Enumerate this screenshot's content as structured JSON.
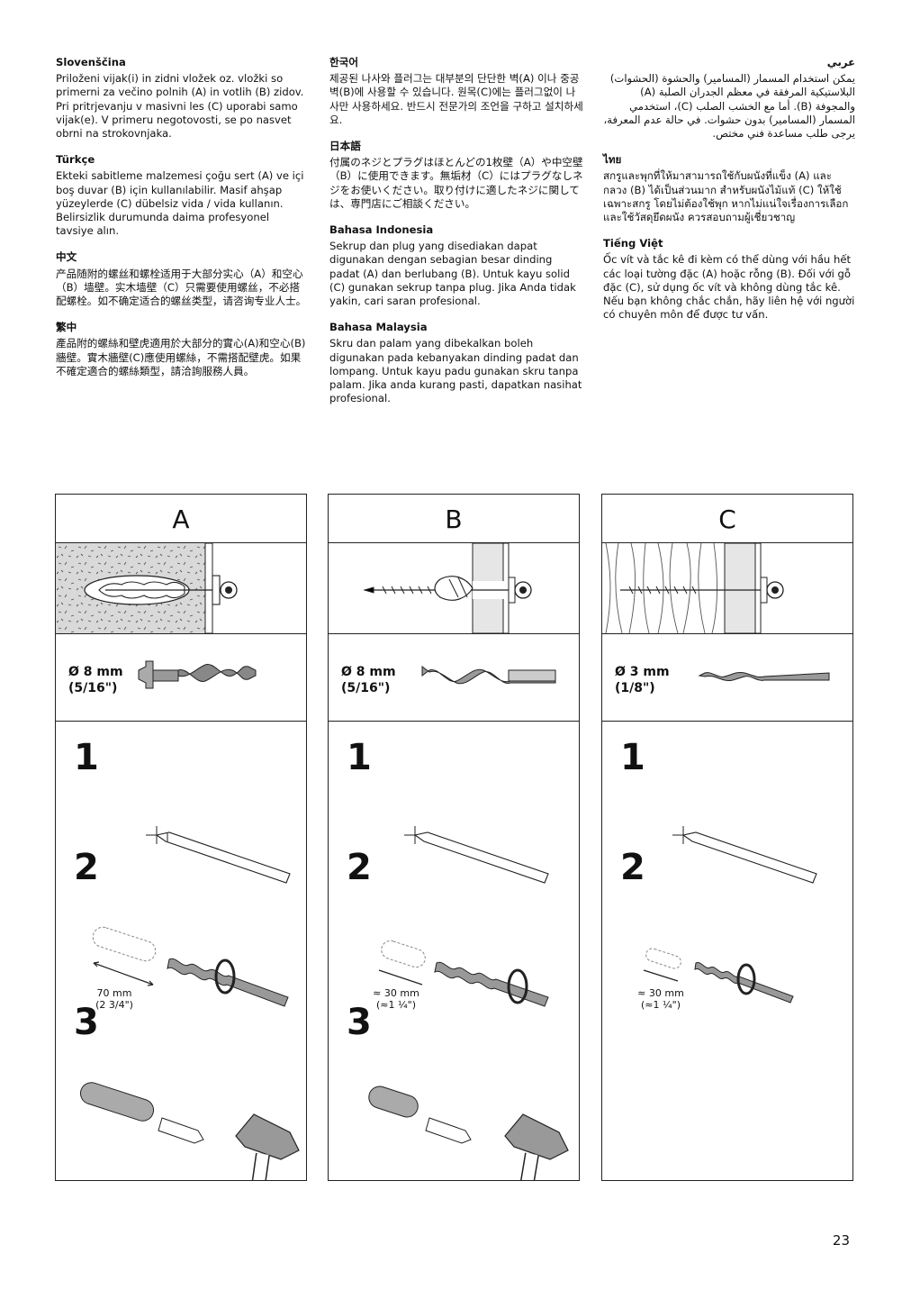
{
  "text_blocks": {
    "sl": {
      "title": "Slovenščina",
      "body": "Priloženi vijak(i) in zidni vložek oz. vložki so primerni za večino polnih (A) in votlih (B) zidov. Pri pritrjevanju v masivni les (C) uporabi samo vijak(e). V primeru negotovosti, se po nasvet obrni na strokovnjaka."
    },
    "tr": {
      "title": "Türkçe",
      "body": "Ekteki sabitleme malzemesi çoğu sert (A) ve içi boş duvar (B) için kullanılabilir. Masif ahşap yüzeylerde (C) dübelsiz vida / vida kullanın. Belirsizlik durumunda daima profesyonel tavsiye alın."
    },
    "zh": {
      "title": "中文",
      "body": "产品随附的螺丝和螺栓适用于大部分实心（A）和空心（B）墙壁。实木墙壁（C）只需要使用螺丝，不必搭配螺栓。如不确定适合的螺丝类型，请咨询专业人士。"
    },
    "zh_tw": {
      "title": "繁中",
      "body": "產品附的螺絲和壁虎適用於大部分的實心(A)和空心(B)牆壁。實木牆壁(C)應使用螺絲，不需搭配壁虎。如果不確定適合的螺絲類型，請洽詢服務人員。"
    },
    "ko": {
      "title": "한국어",
      "body": "제공된 나사와 플러그는 대부분의 단단한 벽(A) 이나 중공벽(B)에 사용할 수 있습니다. 원목(C)에는 플러그없이 나사만 사용하세요. 반드시 전문가의 조언을 구하고 설치하세요."
    },
    "ja": {
      "title": "日本語",
      "body": "付属のネジとプラグはほとんどの1枚壁（A）や中空壁（B）に使用できます。無垢材（C）にはプラグなしネジをお使いください。取り付けに適したネジに関しては、専門店にご相談ください。"
    },
    "id": {
      "title": "Bahasa Indonesia",
      "body": "Sekrup dan plug yang disediakan dapat digunakan dengan sebagian besar dinding padat (A) dan berlubang (B). Untuk kayu solid (C) gunakan sekrup tanpa plug. Jika Anda tidak yakin, cari saran profesional."
    },
    "ms": {
      "title": "Bahasa Malaysia",
      "body": "Skru dan palam yang dibekalkan boleh digunakan pada kebanyakan dinding padat dan lompang. Untuk kayu padu gunakan skru tanpa palam. Jika anda kurang pasti, dapatkan nasihat profesional."
    },
    "ar": {
      "title": "عربي",
      "body": "يمكن استخدام المسمار (المسامير) والحشوة (الحشوات) البلاستيكية المرفقة في معظم الجدران الصلبة (A) والمجوفة (B). أما مع الخشب الصلب (C)، استخدمي المسمار (المسامير) بدون حشوات. في حالة عدم المعرفة، يرجى طلب مساعدة فني مختص."
    },
    "th": {
      "title": "ไทย",
      "body": "สกรูและพุกที่ให้มาสามารถใช้กับผนังที่แข็ง (A) และกลวง (B) ได้เป็นส่วนมาก สำหรับผนังไม้แท้ (C) ให้ใช้เฉพาะสกรู โดยไม่ต้องใช้พุก หากไม่แน่ใจเรื่องการเลือกและใช้วัสดุยึดผนัง ควรสอบถามผู้เชี่ยวชาญ"
    },
    "vi": {
      "title": "Tiếng Việt",
      "body": "Ốc vít và tắc kê đi kèm có thể dùng với hầu hết các loại tường đặc (A) hoặc rỗng (B). Đối với gỗ đặc (C), sử dụng ốc vít và không dùng tắc kê. Nếu bạn không chắc chắn, hãy liên hệ với người có chuyên môn để được tư vấn."
    }
  },
  "panels": [
    {
      "letter": "A",
      "drill_mm": "Ø 8 mm",
      "drill_in": "(5/16\")",
      "step1": "1",
      "step2": "2",
      "step3": "3",
      "depth_mm": "70 mm",
      "depth_in": "(2 3/4\")"
    },
    {
      "letter": "B",
      "drill_mm": "Ø 8 mm",
      "drill_in": "(5/16\")",
      "step1": "1",
      "step2": "2",
      "step3": "3",
      "depth_mm": "≈ 30 mm",
      "depth_in": "(≈1 ¼\")"
    },
    {
      "letter": "C",
      "drill_mm": "Ø 3 mm",
      "drill_in": "(1/8\")",
      "step1": "1",
      "step2": "2",
      "depth_mm": "≈ 30 mm",
      "depth_in": "(≈1 ¼\")"
    }
  ],
  "page_number": "23"
}
